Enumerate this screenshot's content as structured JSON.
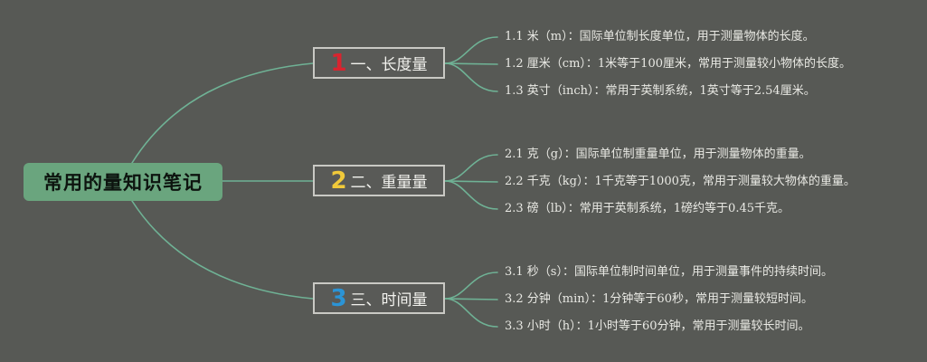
{
  "root": {
    "label": "常用的量知识笔记"
  },
  "colors": {
    "background": "#575955",
    "connector": "#6fb295",
    "root_fill": "#6aa57e"
  },
  "branches": [
    {
      "number": "1",
      "number_color": "#d9242f",
      "label": "一、长度量",
      "items": [
        "1.1 米（m）：国际单位制长度单位，用于测量物体的长度。",
        "1.2 厘米（cm）：1米等于100厘米，常用于测量较小物体的长度。",
        "1.3 英寸（inch）：常用于英制系统，1英寸等于2.54厘米。"
      ]
    },
    {
      "number": "2",
      "number_color": "#f0c93a",
      "label": "二、重量量",
      "items": [
        "2.1 克（g）：国际单位制重量单位，用于测量物体的重量。",
        "2.2 千克（kg）：1千克等于1000克，常用于测量较大物体的重量。",
        "2.3 磅（lb）：常用于英制系统，1磅约等于0.45千克。"
      ]
    },
    {
      "number": "3",
      "number_color": "#2b94d6",
      "label": "三、时间量",
      "items": [
        "3.1 秒（s）：国际单位制时间单位，用于测量事件的持续时间。",
        "3.2 分钟（min）：1分钟等于60秒，常用于测量较短时间。",
        "3.3 小时（h）：1小时等于60分钟，常用于测量较长时间。"
      ]
    }
  ]
}
